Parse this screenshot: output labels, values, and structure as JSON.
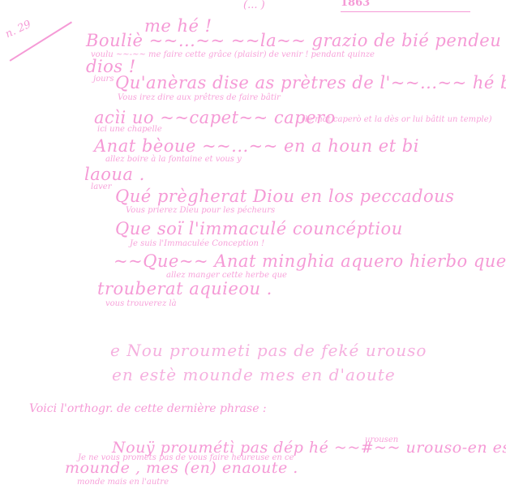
{
  "header": {
    "number": "n. 29",
    "date": "1863",
    "top_mark": "(... )"
  },
  "lines": [
    {
      "text": "me hé !",
      "gloss": ""
    },
    {
      "text": "Bouliè ~~...~~ ~~la~~ grazio de bié pendeu quinzé",
      "gloss": "voulu ~~-~~ me faire cette grâce (plaisir) de venir ! pendant quinze"
    },
    {
      "text": "dios !",
      "gloss": "jours"
    },
    {
      "text": "Qu'anèras dise as prètres de l'~~...~~ hé basti",
      "gloss": "Vous irez dire aux prêtres de faire bâtir"
    },
    {
      "text": "acìi uo ~~capet~~ capero",
      "gloss": "ici une chapelle",
      "note": "(le mot caperò et la dès or lui bâtit un temple)"
    },
    {
      "text": "Anat bèoue ~~...~~ en a houn et bi",
      "gloss": "allez boire à la fontaine et vous y"
    },
    {
      "text": "laoua .",
      "gloss": "laver"
    },
    {
      "text": "Qué prègherat Diou en los peccadous",
      "gloss": "Vous prierez Dieu pour les pécheurs"
    },
    {
      "text": "Que soï l'immaculé councéptiou",
      "gloss": "Je suis l'Immaculée Conception !"
    },
    {
      "text": "~~Que~~ Anat minghia aquero hierbo que",
      "gloss": "allez manger cette herbe que"
    },
    {
      "text": "trouberat aquieou .",
      "gloss": "vous trouverez là"
    }
  ],
  "faded_lines": [
    "e Nou proumeti pas de feké urouso",
    "en estè mounde mes en d'aoute"
  ],
  "footer": {
    "intro": "Voici l'orthogr. de cette dernière phrase :",
    "line1": "Nouÿ proumétì pas dép hé ~~#~~ urouso-en este",
    "line1_gloss_above": "urousen",
    "line1_gloss": "Je ne vous promets pas de vous faire heureuse en ce",
    "line2": "mounde , mes (en) enaoute .",
    "line2_gloss": "monde mais en l'autre"
  },
  "colors": {
    "ink": "#f59ad6",
    "paper": "#ffffff"
  }
}
